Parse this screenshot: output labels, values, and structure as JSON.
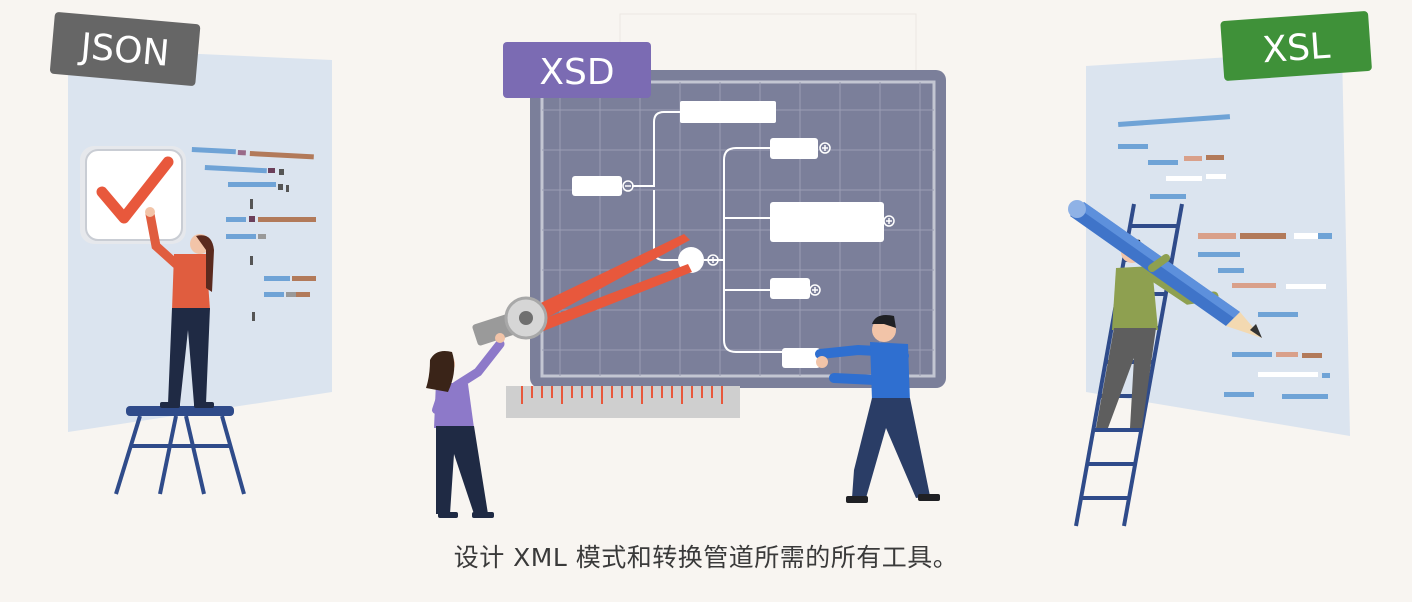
{
  "panels": {
    "json": {
      "label": "JSON",
      "badge_color": "#666666"
    },
    "xsd": {
      "label": "XSD",
      "badge_color": "#7b6bb3"
    },
    "xsl": {
      "label": "XSL",
      "badge_color": "#3f9139"
    }
  },
  "caption": "设计 XML 模式和转换管道所需的所有工具。",
  "colors": {
    "background": "#f8f5f1",
    "board": "#7b7f9a",
    "accent_orange": "#e8583c",
    "pencil_blue": "#3f74c9"
  }
}
